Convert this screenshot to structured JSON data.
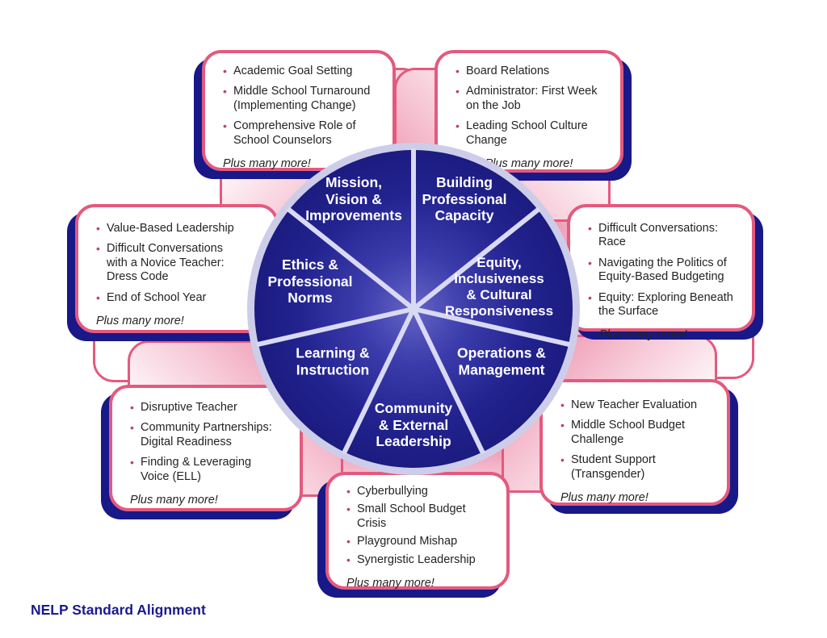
{
  "title": "NELP Standard Alignment",
  "bullet_glyph": "•",
  "colors": {
    "navy_shadow": "#181889",
    "wheel_edge": "#1b1b80",
    "wheel_center": "#6060c4",
    "ring": "#cdcde9",
    "spoke": "#d9d9f2",
    "pink_border": "#e35a7e",
    "pink_glow": "#e87b9d",
    "bullet": "#b5495e",
    "body_text": "#262224",
    "segment_label_text": "#ffffff"
  },
  "wheel": {
    "segments": [
      {
        "label": "Mission,\nVision &\nImprovements"
      },
      {
        "label": "Building\nProfessional\nCapacity"
      },
      {
        "label": "Equity,\nInclusiveness\n& Cultural\nResponsiveness"
      },
      {
        "label": "Operations &\nManagement"
      },
      {
        "label": "Community\n& External\nLeadership"
      },
      {
        "label": "Learning &\nInstruction"
      },
      {
        "label": "Ethics &\nProfessional\nNorms"
      }
    ]
  },
  "callouts": {
    "top_left": {
      "items": [
        "Academic Goal Setting",
        "Middle School Turnaround\n(Implementing Change)",
        "Comprehensive Role of\nSchool Counselors"
      ],
      "more": "Plus many more!"
    },
    "top_right": {
      "items": [
        "Board Relations",
        "Administrator: First Week\non the Job",
        "Leading School Culture Change"
      ],
      "more": "Plus many more!"
    },
    "left": {
      "items": [
        "Value-Based Leadership",
        "Difficult Conversations\nwith a Novice Teacher:\nDress Code",
        "End of School Year"
      ],
      "more": "Plus many more!"
    },
    "right": {
      "items": [
        "Difficult Conversations: Race",
        "Navigating the Politics of\nEquity-Based Budgeting",
        "Equity: Exploring Beneath\nthe Surface"
      ],
      "more": "Plus many more!"
    },
    "bottom_left": {
      "items": [
        "Disruptive Teacher",
        "Community Partnerships:\nDigital Readiness",
        "Finding & Leveraging\nVoice (ELL)"
      ],
      "more": "Plus many more!"
    },
    "bottom_right": {
      "items": [
        "New Teacher Evaluation",
        "Middle School Budget\nChallenge",
        "Student Support\n(Transgender)"
      ],
      "more": "Plus many more!"
    },
    "bottom_center": {
      "items": [
        "Cyberbullying",
        "Small School Budget\nCrisis",
        "Playground Mishap",
        "Synergistic Leadership"
      ],
      "more": "Plus many more!"
    }
  }
}
